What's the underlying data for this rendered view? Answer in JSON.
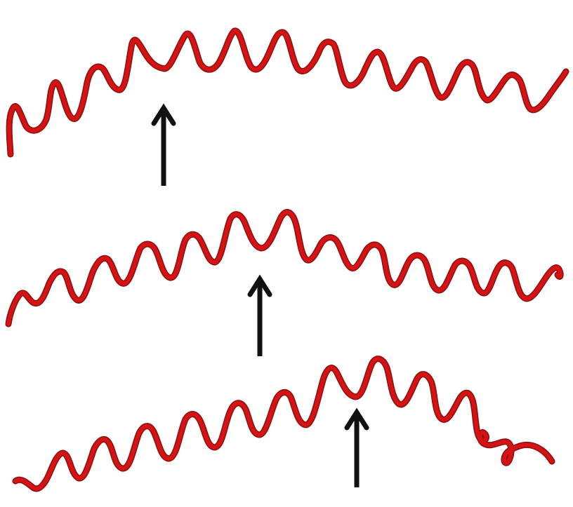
{
  "figure": {
    "background": "#ffffff",
    "helix_color": "#d41414",
    "helix_shadow": "#8f0d0d",
    "arrow_color": "#111111",
    "panels": [
      {
        "name": "helix-1",
        "kink": "single",
        "arrow_at_kink": true
      },
      {
        "name": "helix-2",
        "kink": "single",
        "arrow_at_kink": true
      },
      {
        "name": "helix-3",
        "kink": "single",
        "arrow_at_kink": true,
        "curled_end": true
      }
    ]
  }
}
